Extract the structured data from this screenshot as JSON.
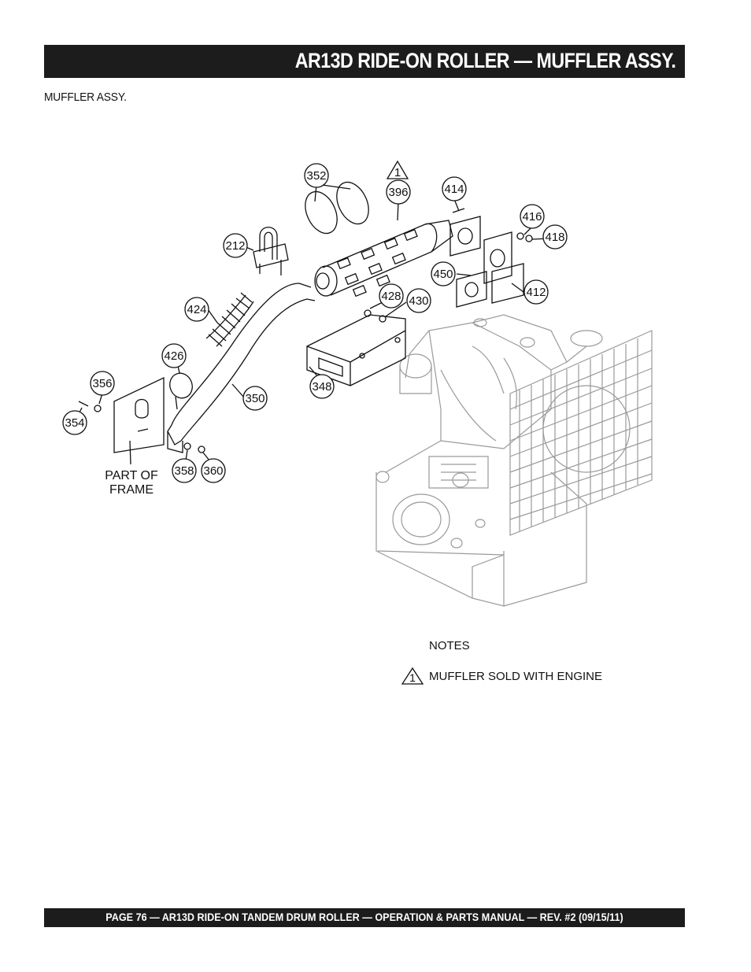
{
  "header": {
    "title": "AR13D RIDE-ON ROLLER — MUFFLER ASSY."
  },
  "section": {
    "label": "MUFFLER ASSY."
  },
  "diagram": {
    "callouts": {
      "p352": "352",
      "p396": "396",
      "p414": "414",
      "p416": "416",
      "p418": "418",
      "p212": "212",
      "p450": "450",
      "p412": "412",
      "p424": "424",
      "p428": "428",
      "p430": "430",
      "p426": "426",
      "p348": "348",
      "p356": "356",
      "p350": "350",
      "p354": "354",
      "p358": "358",
      "p360": "360"
    },
    "note_marker": "1",
    "frame_label_line1": "PART OF",
    "frame_label_line2": "FRAME"
  },
  "notes": {
    "heading": "NOTES",
    "marker": "1",
    "item": "MUFFLER SOLD WITH ENGINE"
  },
  "footer": {
    "text": "PAGE 76 — AR13D RIDE-ON TANDEM DRUM ROLLER — OPERATION & PARTS MANUAL — REV. #2 (09/15/11)"
  }
}
